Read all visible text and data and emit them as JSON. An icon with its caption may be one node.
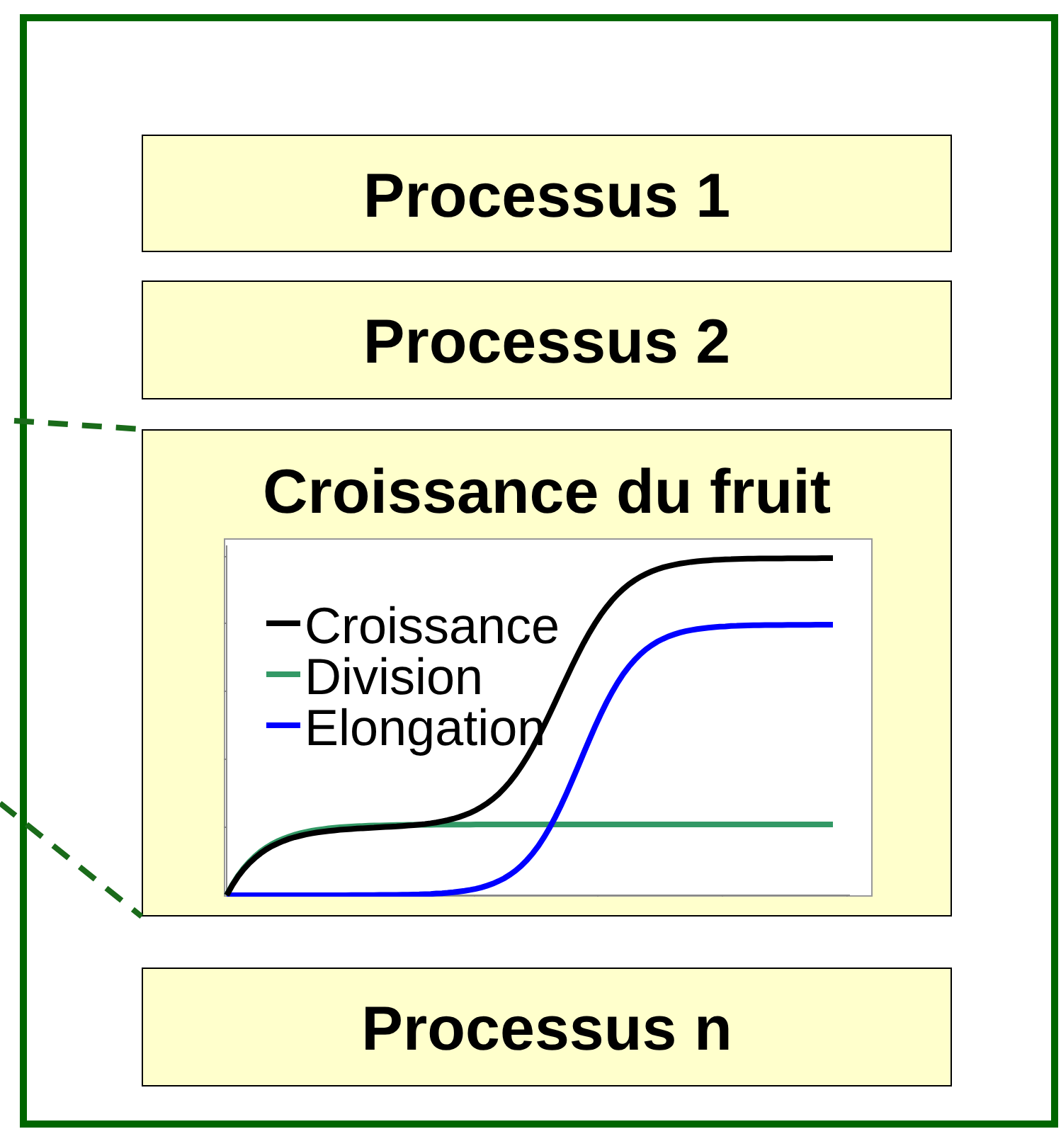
{
  "diagram": {
    "nodes": [
      {
        "text": [],
        "shape": "box"
      },
      {
        "text": [
          "Processus 1"
        ],
        "in": 0
      },
      {
        "text": [
          "Processus 2"
        ],
        "in": 0
      },
      {
        "text": [
          "Croissance du fruit"
        ],
        "in": 0
      },
      {
        "text": [
          "Processus n"
        ],
        "in": 0
      }
    ],
    "edges": [
      {
        "from": null,
        "to": 3,
        "arrow": "none",
        "style": "dashed"
      },
      {
        "from": null,
        "to": 3,
        "arrow": "none",
        "style": "dashed"
      }
    ],
    "legend": [
      {
        "text": "Croissance"
      },
      {
        "text": "Division"
      },
      {
        "text": "Elongation"
      }
    ]
  }
}
